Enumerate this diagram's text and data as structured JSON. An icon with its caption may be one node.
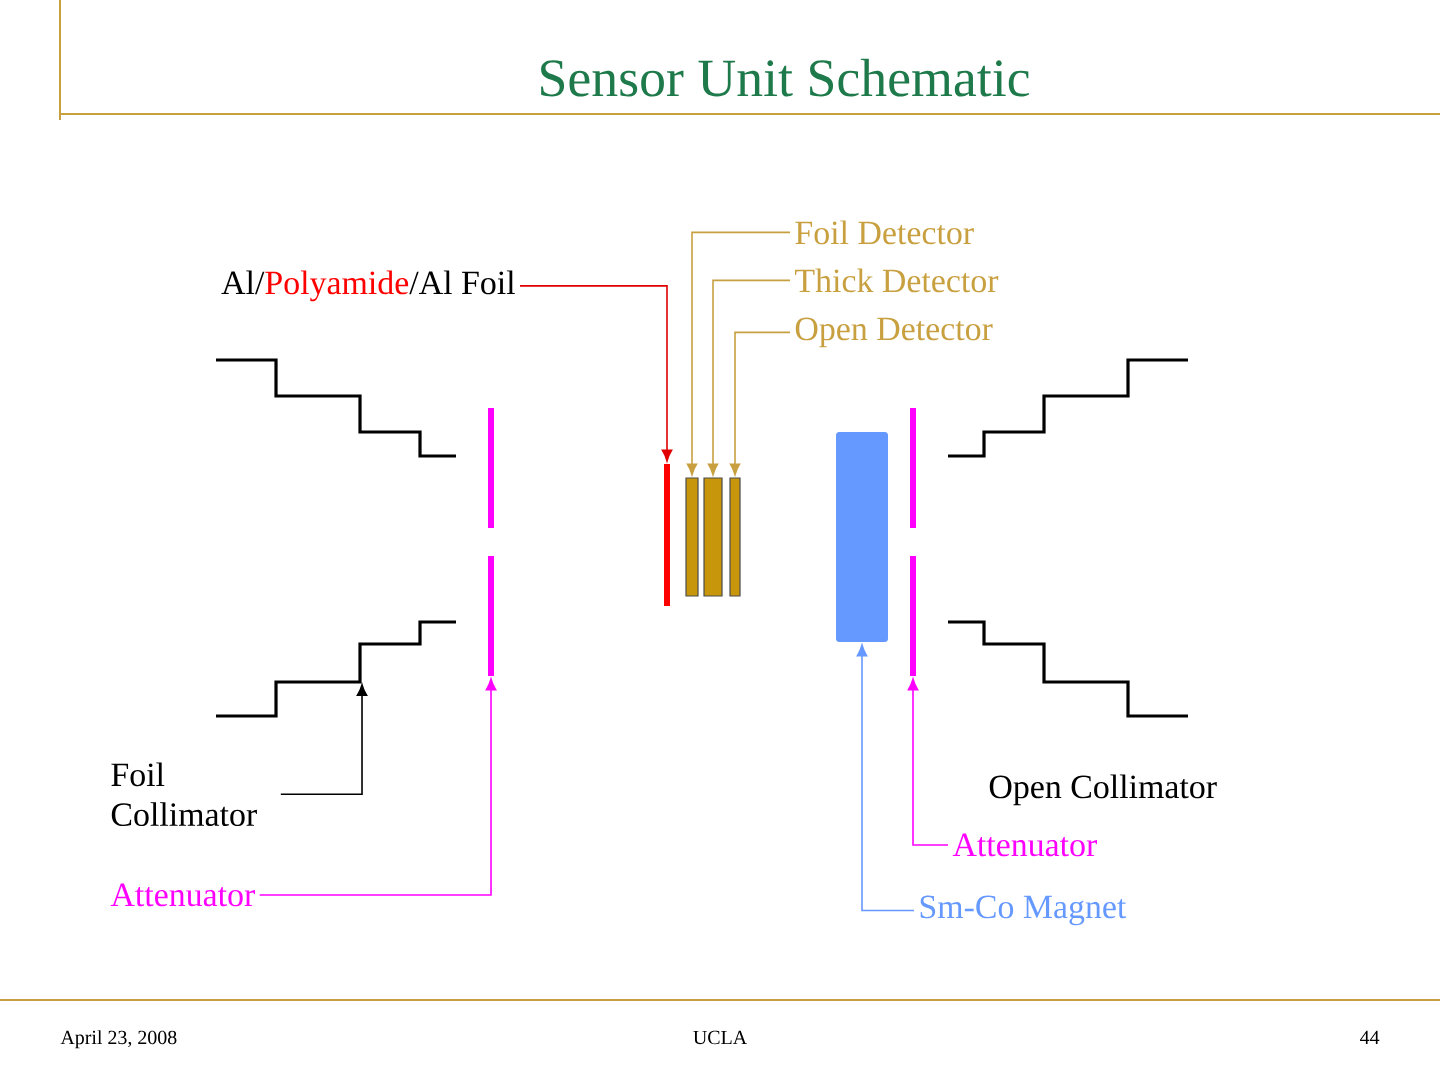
{
  "diagram": {
    "title": "Sensor Unit Schematic",
    "nodes": [
      {
        "text": [
          "Al/",
          "Polyamide",
          "/Al Foil"
        ]
      },
      {
        "text": [
          "Foil Detector"
        ]
      },
      {
        "text": [
          "Thick Detector"
        ]
      },
      {
        "text": [
          "Open Detector"
        ]
      },
      {
        "text": [],
        "shape": "bar"
      },
      {
        "text": [],
        "shape": "bar"
      },
      {
        "text": [],
        "shape": "bar"
      },
      {
        "text": [],
        "shape": "bar"
      },
      {
        "text": [],
        "shape": "bar"
      },
      {
        "text": [],
        "shape": "box"
      },
      {
        "text": [],
        "shape": "bar"
      },
      {
        "text": [
          "Foil Collimator"
        ]
      },
      {
        "text": [
          "Attenuator"
        ]
      },
      {
        "text": [
          "Attenuator"
        ]
      },
      {
        "text": [
          "Sm-Co Magnet"
        ]
      }
    ],
    "edges": [
      {
        "from": 0,
        "to": 4,
        "arrow": "to",
        "color": "#e00000"
      },
      {
        "from": 1,
        "to": 5,
        "arrow": "to",
        "color": "#c8a040"
      },
      {
        "from": 2,
        "to": 6,
        "arrow": "to",
        "color": "#c8a040"
      },
      {
        "from": 3,
        "to": 7,
        "arrow": "to",
        "color": "#c8a040"
      },
      {
        "from": 11,
        "to": null,
        "arrow": "to",
        "color": "#000000"
      },
      {
        "from": 12,
        "to": 8,
        "arrow": "to",
        "color": "#ff00ff"
      },
      {
        "from": 13,
        "to": 10,
        "arrow": "to",
        "color": "#ff00ff"
      },
      {
        "from": 14,
        "to": 9,
        "arrow": "to",
        "color": "#6699ff"
      }
    ],
    "labels": [
      "Open Collimator",
      "April 23, 2008",
      "UCLA",
      "44"
    ]
  }
}
